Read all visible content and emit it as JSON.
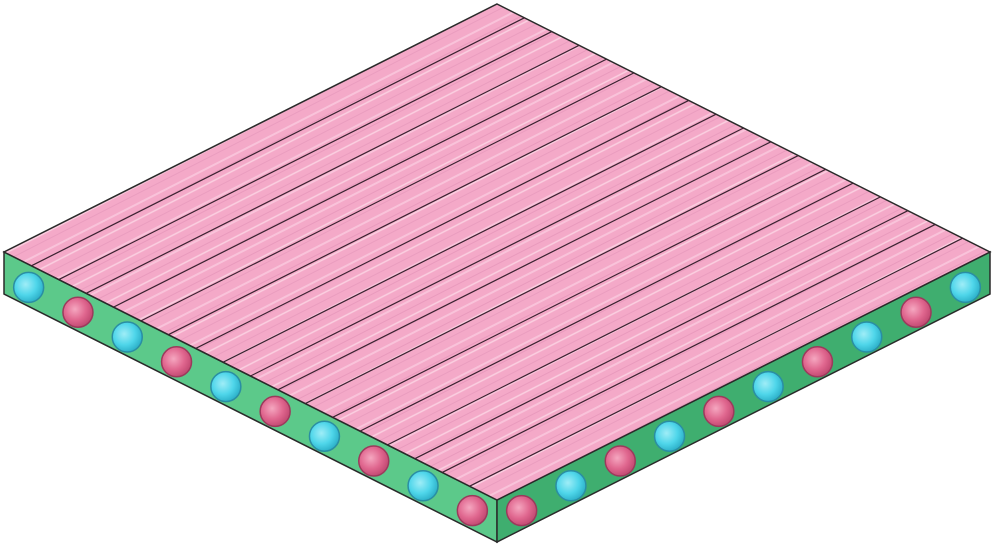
{
  "asset": {
    "type": "isometric-floor-tile",
    "surface": "wood-planks",
    "plank_count": 18,
    "colors": {
      "plank_top": "#f4a9c8",
      "plank_grain_light": "#f9c3da",
      "plank_grain_dark": "#e58fb3",
      "plank_seam": "#3a2230",
      "side_face": "#5cc98a",
      "side_face_dark": "#3fae6f",
      "outline": "#2a2a2a",
      "stud_cyan": "#4fd6ea",
      "stud_red": "#e0678f"
    },
    "left_edge_studs": [
      "cyan",
      "red",
      "cyan",
      "red",
      "cyan",
      "red",
      "cyan",
      "red",
      "cyan",
      "red"
    ],
    "right_edge_studs": [
      "red",
      "cyan",
      "red",
      "cyan",
      "red",
      "cyan",
      "red",
      "cyan",
      "red",
      "cyan"
    ]
  }
}
